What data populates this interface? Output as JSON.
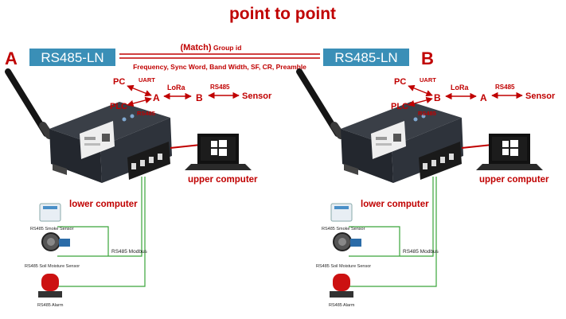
{
  "title": "point to point",
  "colors": {
    "accent": "#c00000",
    "badge": "#3a8fb7",
    "wire_green": "#3aa53a",
    "device_body": "#2b2f36"
  },
  "match": {
    "label": "(Match)",
    "sub_label": "Group id",
    "params": "Frequency, Sync Word, Band Width, SF, CR, Preamble"
  },
  "sides": [
    {
      "letter": "A",
      "badge": "RS485-LN",
      "flow": {
        "pc": "PC",
        "uart": "UART",
        "plc": "PLC",
        "plc_proto": "RS485",
        "local_node": "A",
        "lora": "LoRa",
        "remote_node": "B",
        "rs485": "RS485",
        "sensor": "Sensor"
      },
      "upper_computer": "upper computer",
      "lower_computer": "lower computer",
      "bus_label": "RS485 Modbus",
      "sensors": [
        "RS485 Smoke Sensor",
        "RS485 Soil Moisture Sensor",
        "RS485 Alarm"
      ]
    },
    {
      "letter": "B",
      "badge": "RS485-LN",
      "flow": {
        "pc": "PC",
        "uart": "UART",
        "plc": "PLC",
        "plc_proto": "RS485",
        "local_node": "B",
        "lora": "LoRa",
        "remote_node": "A",
        "rs485": "RS485",
        "sensor": "Sensor"
      },
      "upper_computer": "upper computer",
      "lower_computer": "lower computer",
      "bus_label": "RS485 Modbus",
      "sensors": [
        "RS485 Smoke Sensor",
        "RS485 Soil Moisture Sensor",
        "RS485 Alarm"
      ]
    }
  ]
}
